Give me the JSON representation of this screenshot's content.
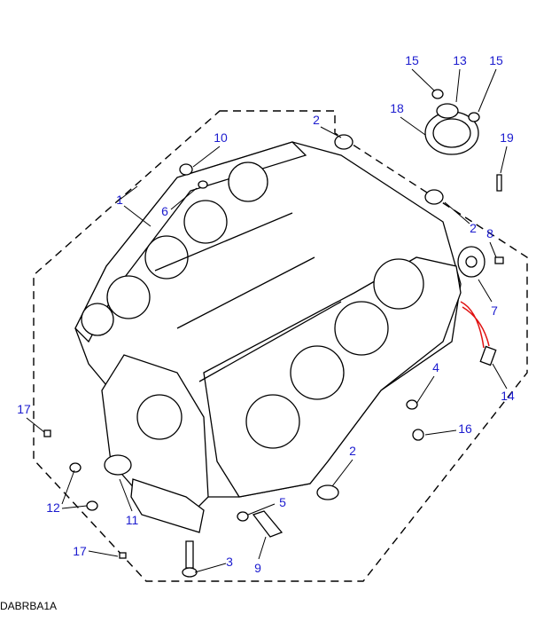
{
  "diagram": {
    "reference_code": "DABRBA1A",
    "callouts": [
      "15",
      "13",
      "15",
      "18",
      "2",
      "10",
      "19",
      "1",
      "6",
      "2",
      "8",
      "7",
      "4",
      "14",
      "17",
      "16",
      "2",
      "12",
      "11",
      "5",
      "17",
      "3",
      "9"
    ],
    "colors": {
      "callout": "#1c1ccf",
      "line": "#000000",
      "harness": "#e01010"
    }
  }
}
